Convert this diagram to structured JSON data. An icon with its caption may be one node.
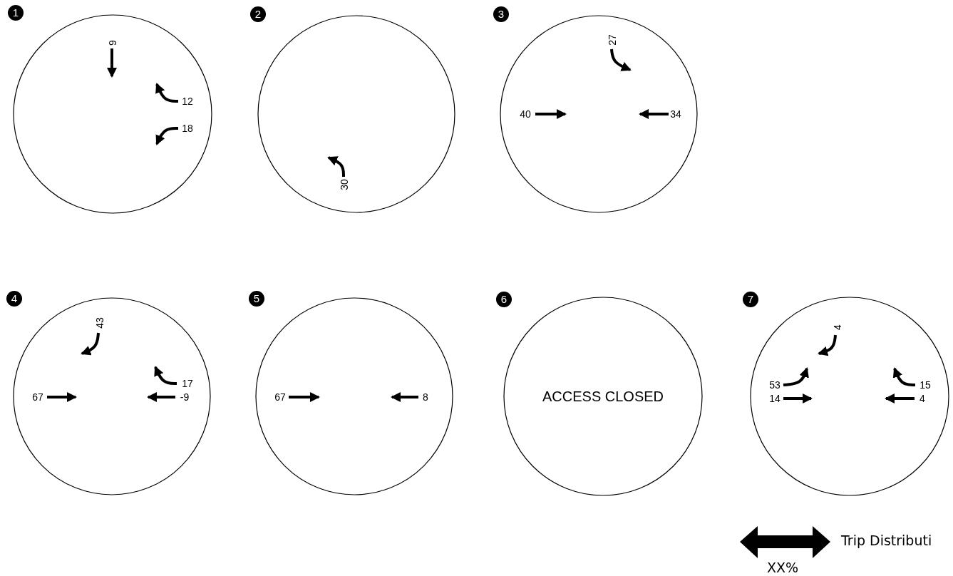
{
  "diagram": {
    "nodes": [
      {
        "text": [
          "1"
        ]
      },
      {
        "text": [
          "2"
        ]
      },
      {
        "text": [
          "3"
        ]
      },
      {
        "text": [
          "4"
        ]
      },
      {
        "text": [
          "5"
        ]
      },
      {
        "text": [
          "6",
          "ACCESS CLOSED"
        ]
      },
      {
        "text": [
          "7"
        ]
      }
    ],
    "labels": [
      "9",
      "12",
      "18",
      "30",
      "27",
      "40",
      "34",
      "43",
      "17",
      "67",
      "-9",
      "67",
      "8",
      "4",
      "53",
      "15",
      "14",
      "4",
      "XX%"
    ],
    "legend": [
      {
        "text": "Trip Distributi"
      }
    ]
  }
}
